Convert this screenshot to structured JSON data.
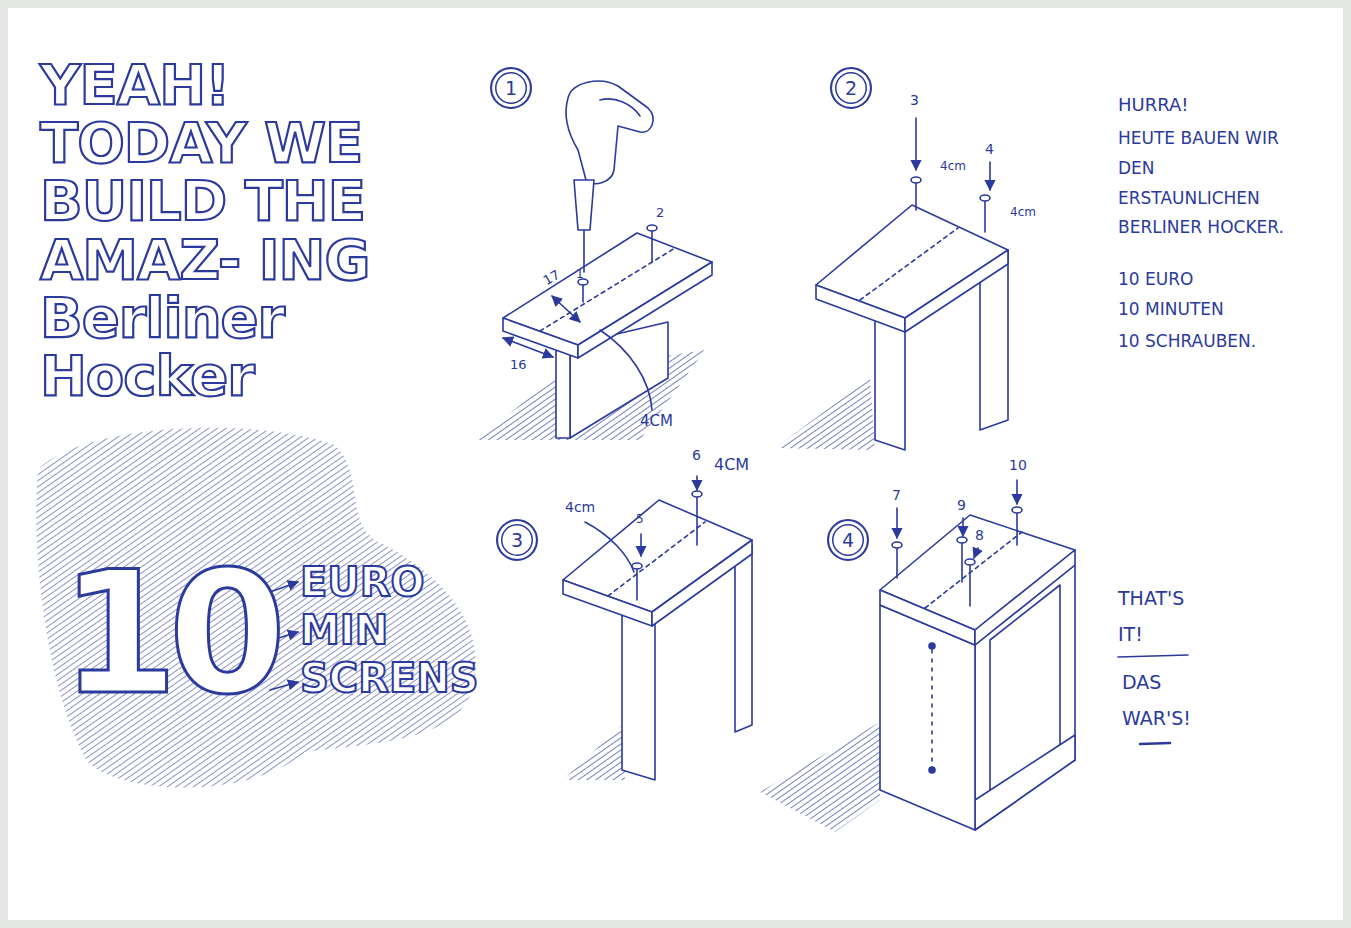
{
  "diagram": {
    "title": "YEAH! TODAY WE BUILD THE AMAZ- ING Berliner Hocker",
    "nodes": [
      {
        "text": [
          "1"
        ]
      },
      {
        "text": [
          "2"
        ]
      },
      {
        "text": [
          "3"
        ]
      },
      {
        "text": [
          "4"
        ]
      }
    ],
    "labels": [
      "10",
      "EURO",
      "MIN",
      "SCRENS",
      "2",
      "17",
      "1",
      "16",
      "4CM",
      "3",
      "4cm",
      "4",
      "4cm",
      "4cm",
      "5",
      "6",
      "4CM",
      "7",
      "9",
      "8",
      "10",
      "HURRA!",
      "HEUTE BAUEN WIR DEN ERSTAUNLICHEN BERLINER HOCKER.",
      "10 EURO",
      "10 MINUTEN",
      "10 SCHRAUBEN.",
      "THAT'S IT!",
      "DAS WAR'S!"
    ]
  }
}
